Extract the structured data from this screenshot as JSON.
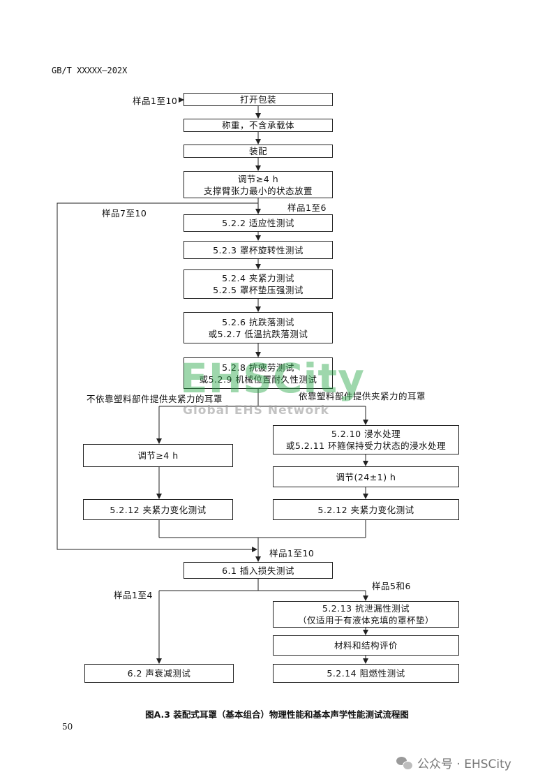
{
  "header": {
    "code": "GB/T XXXXX—202X"
  },
  "boxes": {
    "b1": "打开包装",
    "b2": "称重，不含承载体",
    "b3": "装配",
    "b4": [
      "调节≥4 h",
      "支撑臂张力最小的状态放置"
    ],
    "b5": "5.2.2 适应性测试",
    "b6": "5.2.3 罩杯旋转性测试",
    "b7": [
      "5.2.4 夹紧力测试",
      "5.2.5 罩杯垫压强测试"
    ],
    "b8": [
      "5.2.6 抗跌落测试",
      "或5.2.7 低温抗跌落测试"
    ],
    "b9": [
      "5.2.8 抗疲劳测试",
      "或5.2.9 机械位置耐久性测试"
    ],
    "b10": "调节≥4 h",
    "b11": "5.2.12 夹紧力变化测试",
    "b12": [
      "5.2.10 浸水处理",
      "或5.2.11 环箍保持受力状态的浸水处理"
    ],
    "b13": "调节(24±1) h",
    "b14": "5.2.12 夹紧力变化测试",
    "b15": "6.1 插入损失测试",
    "b16": [
      "5.2.13 抗泄漏性测试",
      "（仅适用于有液体充填的罩杯垫）"
    ],
    "b17": "材料和结构评价",
    "b18": "6.2 声衰减测试",
    "b19": "5.2.14 阻燃性测试"
  },
  "labels": {
    "samples_1_10_top": "样品1至10",
    "samples_7_10": "样品7至10",
    "samples_1_6": "样品1至6",
    "branch_left": "不依靠塑料部件提供夹紧力的耳罩",
    "branch_right": "依靠塑料部件提供夹紧力的耳罩",
    "samples_1_10_mid": "样品1至10",
    "samples_1_4": "样品1至4",
    "samples_5_6": "样品5和6"
  },
  "caption": "图A.3 装配式耳罩（基本组合）物理性能和基本声学性能测试流程图",
  "page_number": "50",
  "watermark": {
    "main": "EHSCity",
    "sub": "Global EHS Network"
  },
  "footer": {
    "text": "公众号 · EHSCity"
  }
}
